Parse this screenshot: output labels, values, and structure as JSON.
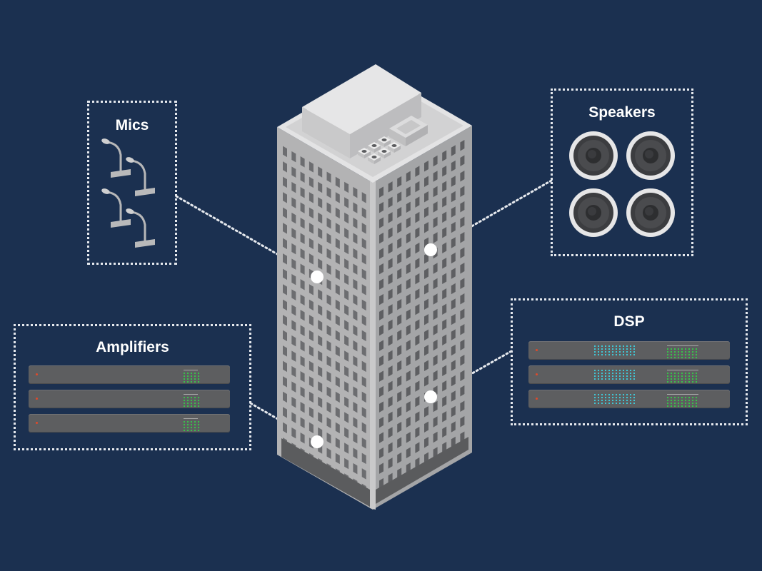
{
  "panels": {
    "mics": {
      "title": "Mics",
      "icon": "desk-microphone-icon",
      "count": 4
    },
    "speakers": {
      "title": "Speakers",
      "icon": "speaker-icon",
      "count": 4
    },
    "amplifiers": {
      "title": "Amplifiers",
      "icon": "amplifier-rack-icon",
      "count": 3
    },
    "dsp": {
      "title": "DSP",
      "icon": "dsp-rack-icon",
      "count": 3
    }
  },
  "building": {
    "icon": "office-tower-icon"
  },
  "colors": {
    "background": "#1b3050",
    "panel_border": "#e6e9ee",
    "meter_green": "#38c24a",
    "meter_cyan": "#3fc6d4",
    "led_red": "#e04a2a"
  }
}
